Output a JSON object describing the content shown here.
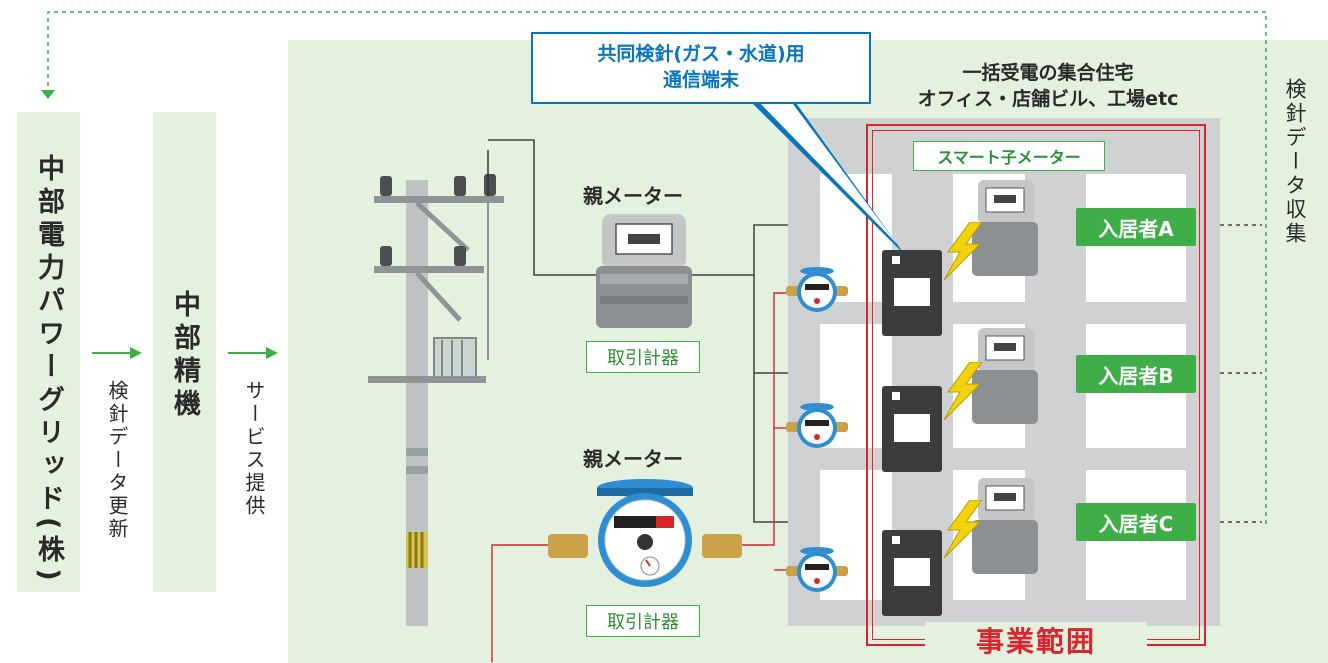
{
  "left": {
    "company1": "中部電力パワーグリッド(株)",
    "company2": "中部精機",
    "flow1": "検針データ更新",
    "flow2": "サービス提供"
  },
  "right_label": "検針データ収集",
  "callout": {
    "line1": "共同検針(ガス・水道)用",
    "line2": "通信端末"
  },
  "building": {
    "line1": "一括受電の集合住宅",
    "line2": "オフィス・店舗ビル、工場etc"
  },
  "smart_meter_label": "スマート子メーター",
  "parent_meter_label": "親メーター",
  "trade_meter_label": "取引計器",
  "tenants": [
    "入居者A",
    "入居者B",
    "入居者C"
  ],
  "business_scope": "事業範囲",
  "colors": {
    "green": "#3fae49",
    "blue": "#0a74bb",
    "red": "#d7262c",
    "bg_green": "#e4f1de"
  }
}
